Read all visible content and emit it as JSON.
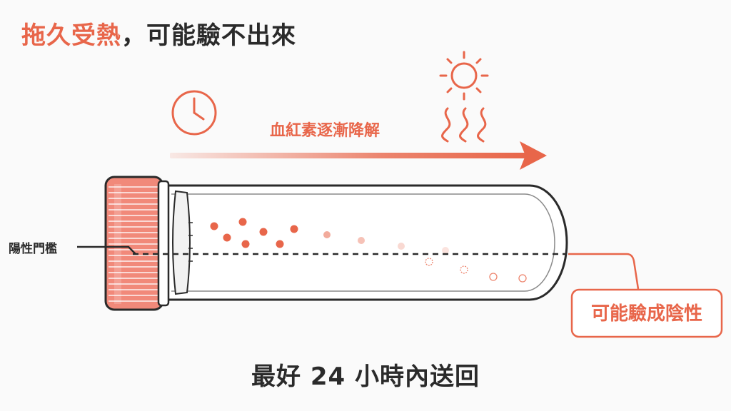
{
  "title": {
    "accent": "拖久受熱",
    "rest": "，可能驗不出來"
  },
  "arrow_label": "血紅素逐漸降解",
  "threshold_label": "陽性門檻",
  "result_label": "可能驗成陰性",
  "footer": "最好 24 小時內送回",
  "icons": {
    "clock": "clock-icon",
    "sun": "sun-icon",
    "heat": "heat-waves-icon"
  },
  "colors": {
    "accent": "#e8664a",
    "cap": "#f1897a",
    "ink": "#2a2a2a",
    "background": "#fafafa"
  }
}
